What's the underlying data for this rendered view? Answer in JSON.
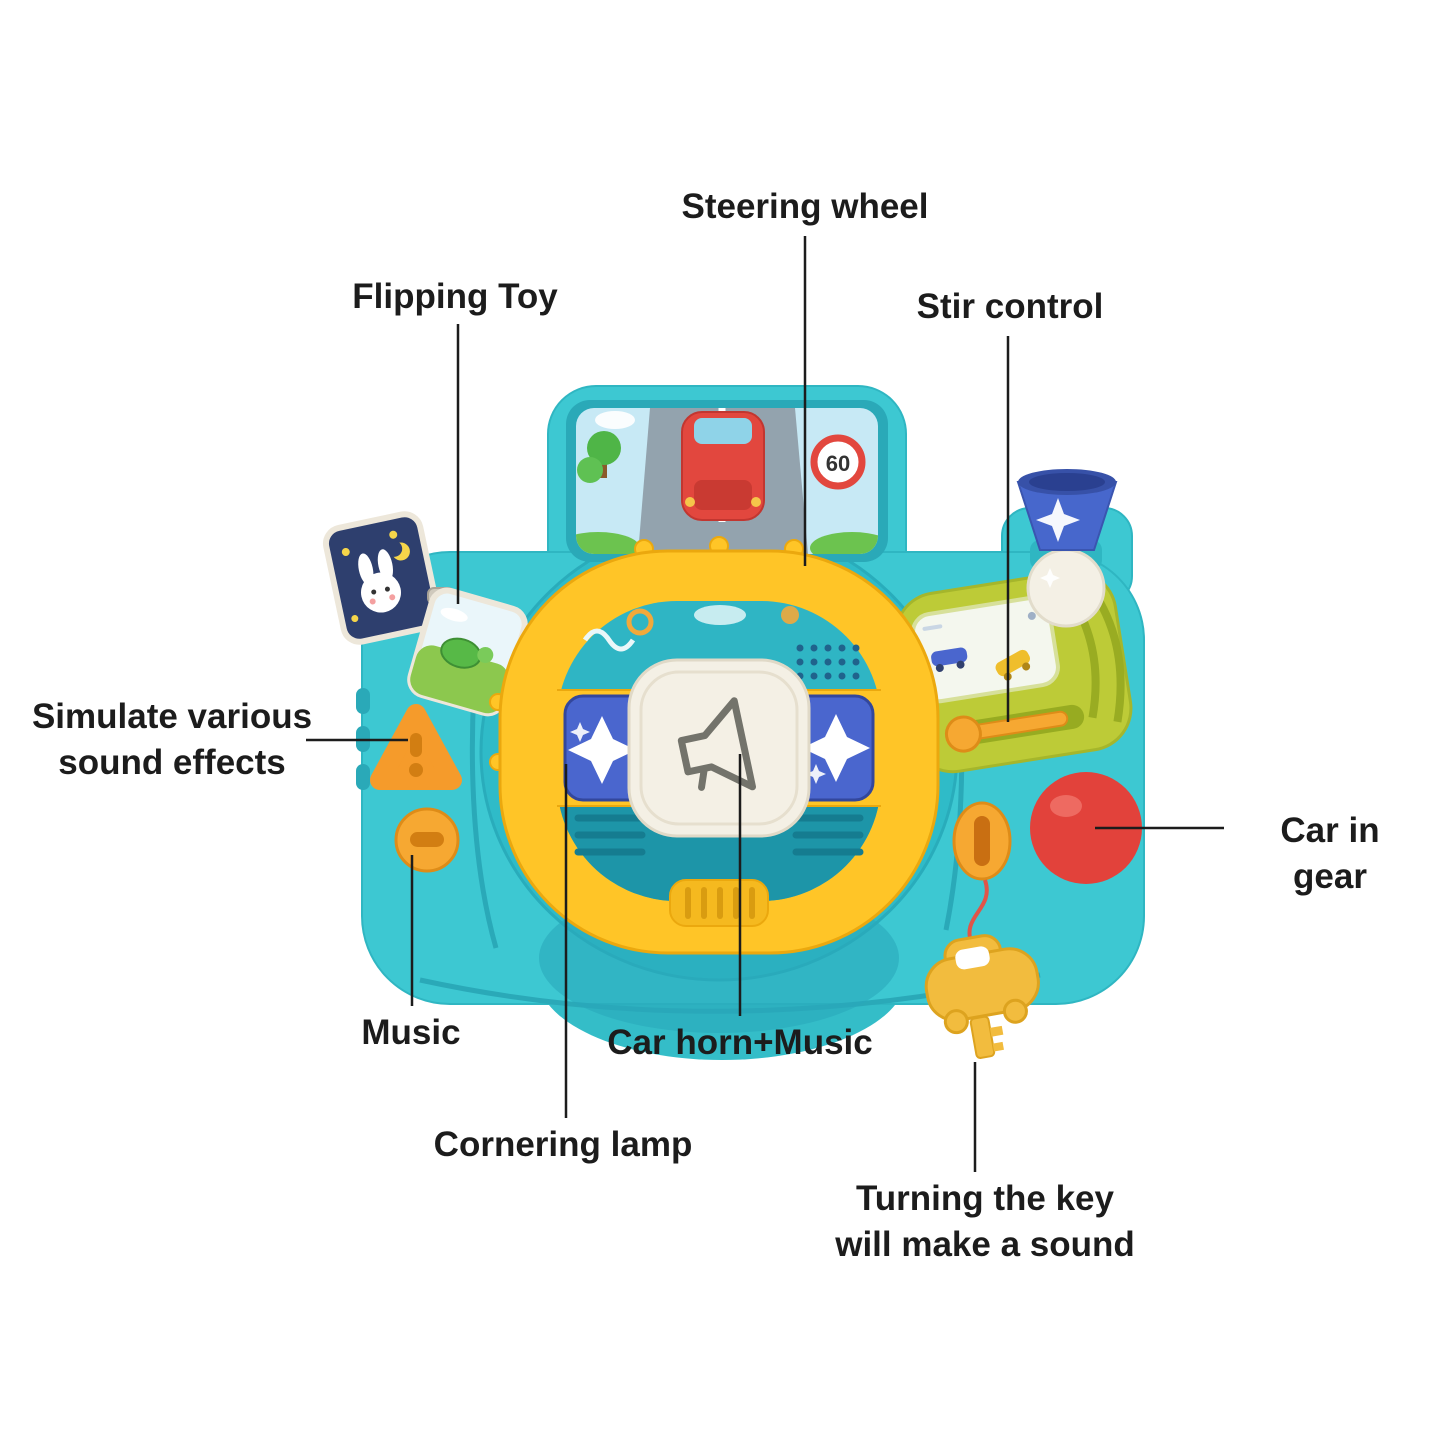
{
  "page": {
    "background": "#ffffff"
  },
  "labels": {
    "steering_wheel": "Steering wheel",
    "flipping_toy": "Flipping Toy",
    "stir_control": "Stir control",
    "sound_effects": "Simulate various\nsound effects",
    "music": "Music",
    "car_horn": "Car horn+Music",
    "cornering_lamp": "Cornering lamp",
    "car_in_gear": "Car in gear",
    "key_sound": "Turning the key\nwill make a sound"
  },
  "toy": {
    "screen": {
      "speed_sign": "60"
    },
    "colors": {
      "body": "#3DC8D2",
      "body_shade": "#2AA9B8",
      "wheel": "#FFC527",
      "wheel_shade": "#EBA80E",
      "lamp_blue": "#4A66CE",
      "gear_ball": "#E2423B",
      "panel_green": "#BDCB37",
      "button_orange": "#F6A832",
      "pad_white": "#F4F0E5",
      "funnel_blue": "#4767CC",
      "screen_sky": "#C7E9F5",
      "road_gray": "#93A3AE",
      "car_red": "#E2473E",
      "key_yellow": "#F2BC3E",
      "line_black": "#1c1c1c"
    }
  }
}
